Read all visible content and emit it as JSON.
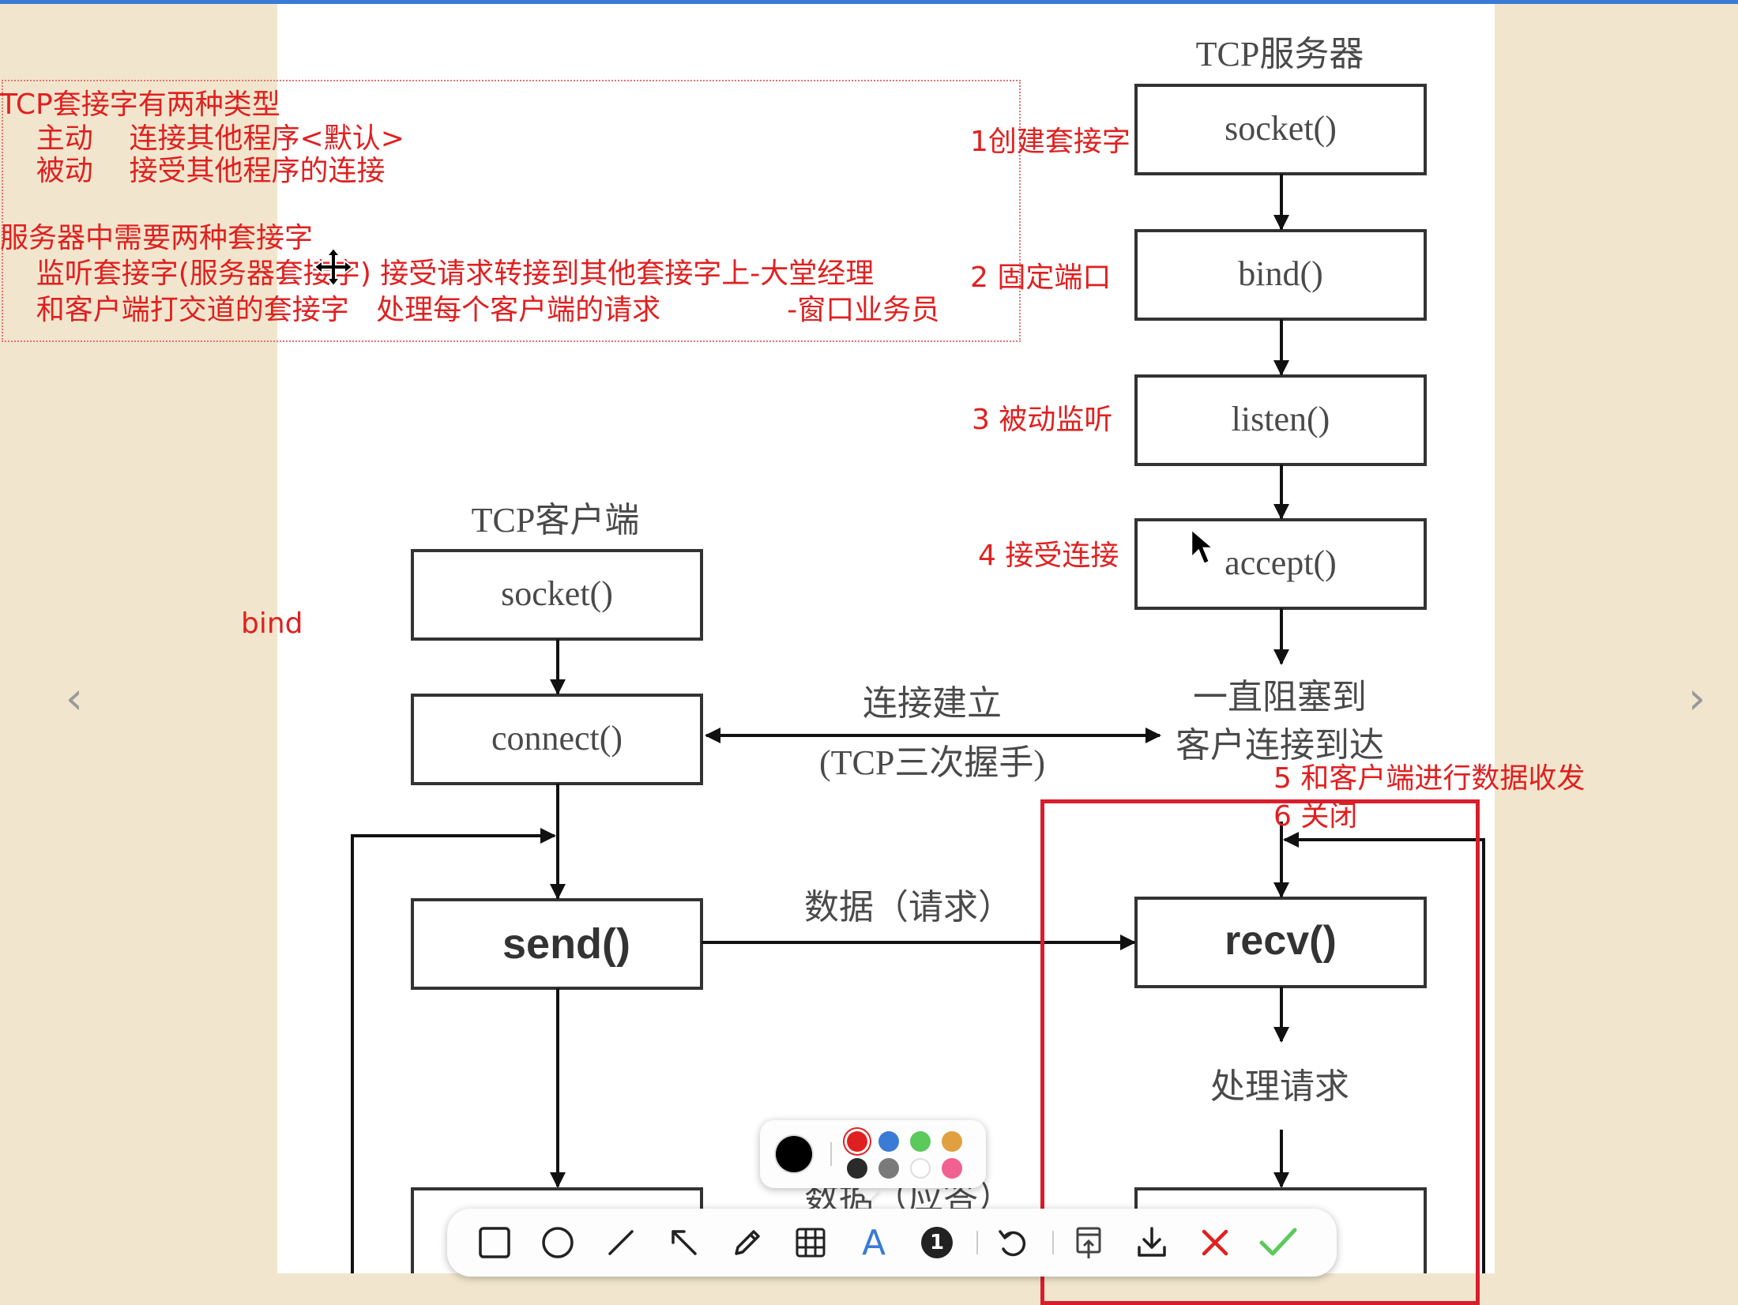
{
  "diagram": {
    "server_title": "TCP服务器",
    "client_title": "TCP客户端",
    "server_boxes": [
      "socket()",
      "bind()",
      "listen()",
      "accept()",
      "recv()"
    ],
    "client_boxes": [
      "socket()",
      "connect()",
      "send()"
    ],
    "block_label_line1": "一直阻塞到",
    "block_label_line2": "客户连接到达",
    "conn_label_line1": "连接建立",
    "conn_label_line2": "(TCP三次握手)",
    "data_request_label": "数据（请求）",
    "process_label": "处理请求",
    "data_reply_label": "数据（应答）"
  },
  "annotations": {
    "note_lines": [
      "TCP套接字有两种类型",
      "    主动    连接其他程序<默认>",
      "    被动    接受其他程序的连接",
      "",
      "服务器中需要两种套接字",
      "    监听套接字(服务器套接字) 接受请求转接到其他套接字上-大堂经理",
      "    和客户端打交道的套接字   处理每个客户端的请求              -窗口业务员"
    ],
    "step1": "1创建套接字",
    "step2": "2 固定端口",
    "step3": "3 被动监听",
    "step4": "4 接受连接",
    "step5": "5 和客户端进行数据收发",
    "step6": "6 关闭",
    "bind_note": "bind"
  },
  "nav": {
    "prev": "‹",
    "next": "›"
  },
  "palette": {
    "selected_color": "#000000",
    "colors": [
      "#e02020",
      "#3a7bd5",
      "#5cc95c",
      "#e0a040",
      "#2a2a2a",
      "#7a7a7a",
      "#ffffff",
      "#f06090"
    ]
  },
  "toolbar": {
    "tools": [
      "rectangle-icon",
      "ellipse-icon",
      "line-icon",
      "arrow-icon",
      "pencil-icon",
      "mosaic-icon",
      "text-icon",
      "number-marker-icon",
      "undo-icon",
      "pin-icon",
      "download-icon",
      "cancel-icon",
      "confirm-icon"
    ],
    "text_tool_label": "A",
    "number_label": "1"
  }
}
